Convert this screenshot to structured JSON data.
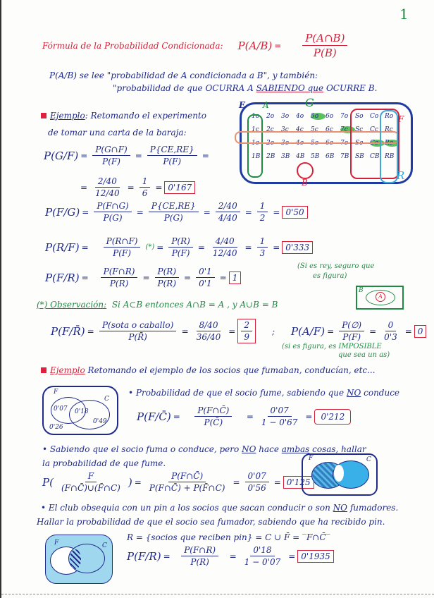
{
  "page_number": "1",
  "definition": {
    "label": "Fórmula de la Probabilidad Condicionada:",
    "lhs": "P(A/B)",
    "num": "P(A∩B)",
    "den": "P(B)"
  },
  "reading": {
    "line1": "P(A/B) se lee \"probabilidad de A condicionada a B\", y también:",
    "line2a": "\"probabilidad de que OCURRA A",
    "line2b": "SABIENDO que",
    "line2c": "OCURRE B."
  },
  "example1": {
    "label": "Ejemplo",
    "text1": ": Retomando el experimento",
    "text2": "de tomar una carta de la baraja:"
  },
  "eq1": {
    "lhs": "P(G/F)",
    "n1": "P(G∩F)",
    "d1": "P(F)",
    "n2": "P{CE,RE}",
    "d2": "P(F)",
    "n3": "2/40",
    "d3": "12/40",
    "n4": "1",
    "d4": "6",
    "result": "0'167"
  },
  "eq2": {
    "lhs": "P(F/G)",
    "n1": "P(F∩G)",
    "d1": "P(G)",
    "n2": "P{CE,RE}",
    "d2": "P(G)",
    "n3": "2/40",
    "d3": "4/40",
    "n4": "1",
    "d4": "2",
    "result": "0'50"
  },
  "eq3": {
    "lhs": "P(R/F)",
    "n1": "P(R∩F)",
    "mark": "(*)",
    "d1": "P(F)",
    "n2": "P(R)",
    "d2": "P(F)",
    "n3": "4/40",
    "d3": "12/40",
    "n4": "1",
    "d4": "3",
    "result": "0'333"
  },
  "eq4": {
    "lhs": "P(F/R)",
    "n1": "P(F∩R)",
    "d1": "P(R)",
    "n2": "P(R)",
    "d2": "P(R)",
    "n3": "0'1",
    "d3": "0'1",
    "result": "1",
    "note1": "(Si es rey, seguro que",
    "note2": "es figura)"
  },
  "observacion": {
    "label": "(*) Observación:",
    "text": "Si A⊂B entonces A∩B = A ,  y   A∪B = B",
    "venn_a": "A",
    "venn_b": "B"
  },
  "eq5": {
    "lhs": "P(F/R̄)",
    "n1": "P(sota o caballo)",
    "d1": "P(R̄)",
    "n2": "8/40",
    "d2": "36/40",
    "rn": "2",
    "rd": "9",
    "sep": ";",
    "lhs2": "P(A/F)",
    "n3": "P(∅)",
    "d3": "P(F)",
    "n4": "0",
    "d4": "0'3",
    "result2": "0",
    "note1": "(si es figura, es IMPOSIBLE",
    "note2": "que sea un as)"
  },
  "example2": {
    "label": "Ejemplo",
    "text": "Retomando el ejemplo de los socios que fumaban, conducían, etc..."
  },
  "venn1": {
    "F": "F",
    "C": "C",
    "only_f": "0'07",
    "both": "0'18",
    "only_c": "0'49",
    "none": "0'26"
  },
  "q1": {
    "text_a": "• Probabilidad de que el socio fume, sabiendo que",
    "text_no": "NO",
    "text_b": "conduce",
    "lhs": "P(F/C̄)",
    "n1": "P(F∩C̄)",
    "d1": "P(C̄)",
    "n2": "0'07",
    "d2": "1 − 0'67",
    "result": "0'212"
  },
  "q2": {
    "line1a": "• Sabiendo que el socio fuma o conduce, pero",
    "no": "NO",
    "line1b": "hace",
    "ambas": "ambas",
    "line1c": "cosas, hallar",
    "line2": "la probabilidad de que fume.",
    "lhs_n": "F",
    "lhs_d": "(F∩C̄)∪(F̄∩C)",
    "n1": "P(F∩C̄)",
    "d1": "P(F∩C̄) + P(F̄∩C)",
    "n2": "0'07",
    "d2": "0'56",
    "result": "0'125",
    "venn_f": "F",
    "venn_c": "C"
  },
  "q3": {
    "line1a": "• El club obsequia con un pin a los socios que sacan conducir o son",
    "no": "NO",
    "line1b": "fumadores.",
    "line2": "Hallar la probabilidad de que el socio sea fumador, sabiendo que ha recibido pin.",
    "rdef": "R = {socios que reciben pin} = C ∪ F̄ = ‾F∩C̄‾",
    "lhs": "P(F/R)",
    "n1": "P(F∩R)",
    "d1": "P(R)",
    "n2": "0'18",
    "d2": "1 − 0'07",
    "result": "0'1935",
    "venn_f": "F",
    "venn_c": "C"
  },
  "card_diagram": {
    "labels": {
      "E": "E",
      "A": "A",
      "G": "G",
      "F": "F",
      "B": "B",
      "R": "R"
    },
    "rows": [
      [
        "1o",
        "2o",
        "3o",
        "4o",
        "5o",
        "6o",
        "7o",
        "So",
        "Co",
        "Ro"
      ],
      [
        "1c",
        "2c",
        "3c",
        "4c",
        "5c",
        "6c",
        "7c",
        "Sc",
        "Cc",
        "Rc"
      ],
      [
        "1e",
        "2e",
        "3e",
        "4e",
        "5e",
        "6e",
        "7e",
        "Se",
        "Ce",
        "Re"
      ],
      [
        "1B",
        "2B",
        "3B",
        "4B",
        "5B",
        "6B",
        "7B",
        "SB",
        "CB",
        "RB"
      ]
    ]
  },
  "colors": {
    "ink": "#1f2a8a",
    "red": "#d4213a",
    "green": "#1f8a44",
    "cyan": "#3aa8d8"
  }
}
